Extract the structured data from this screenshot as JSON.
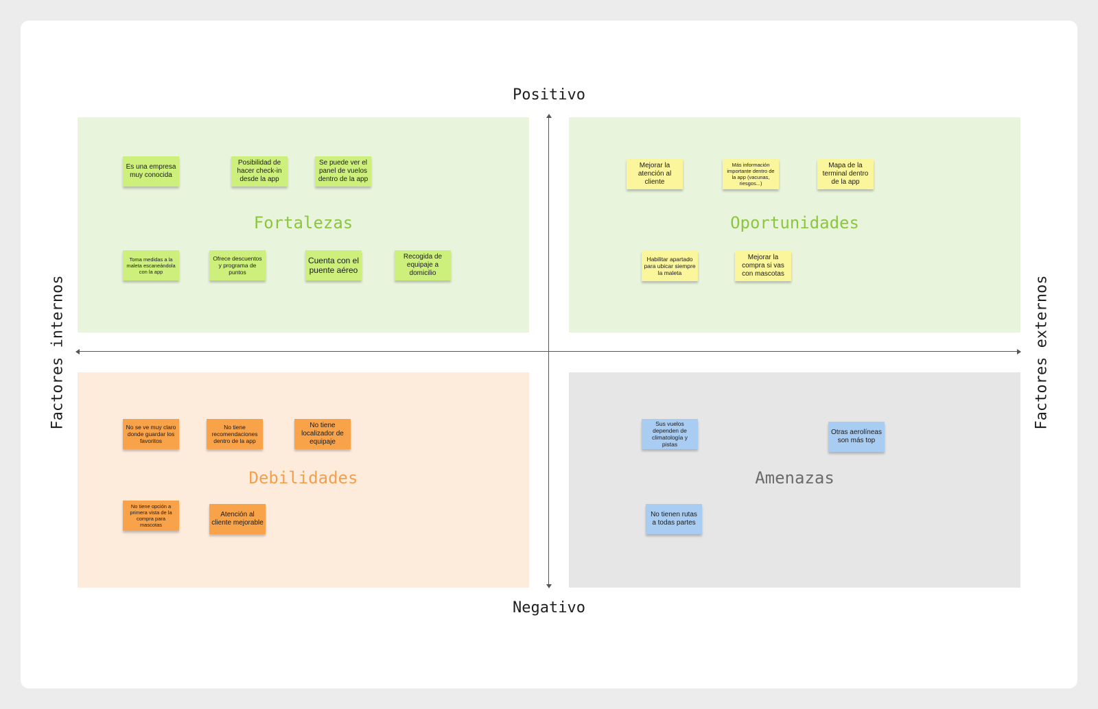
{
  "axes": {
    "top": "Positivo",
    "bottom": "Negativo",
    "left": "Factores internos",
    "right": "Factores externos"
  },
  "colors": {
    "fortalezas_bg": "#e9f4dc",
    "fortalezas_title": "#8cc63f",
    "fortalezas_note": "#cdf07d",
    "oportunidades_bg": "#e9f4dc",
    "oportunidades_title": "#8cc63f",
    "oportunidades_note": "#fbf59b",
    "debilidades_bg": "#fdebdc",
    "debilidades_title": "#f2a04e",
    "debilidades_note": "#f8a24a",
    "amenazas_bg": "#e6e6e6",
    "amenazas_title": "#6b6b6b",
    "amenazas_note": "#a9ccf2"
  },
  "quadrants": {
    "fortalezas": {
      "title": "Fortalezas",
      "notes": [
        "Es una empresa muy conocida",
        "Posibilidad de hacer check-in desde la app",
        "Se puede ver el panel de vuelos dentro de la app",
        "Toma medidas a la maleta escaneándola con la app",
        "Ofrece descuentos y programa de puntos",
        "Cuenta con el puente aéreo",
        "Recogida de equipaje a domicilio"
      ]
    },
    "oportunidades": {
      "title": "Oportunidades",
      "notes": [
        "Mejorar la atención al cliente",
        "Más información importante dentro de la app (vacunas, riesgos...)",
        "Mapa de la terminal dentro de la app",
        "Habilitar apartado para ubicar siempre la maleta",
        "Mejorar la compra si vas con mascotas"
      ]
    },
    "debilidades": {
      "title": "Debilidades",
      "notes": [
        "No se ve muy claro donde guardar los favoritos",
        "No tiene recomendaciones dentro de la app",
        "No tiene localizador de equipaje",
        "No tiene opción a primera vista de la compra para mascotas",
        "Atención al cliente mejorable"
      ]
    },
    "amenazas": {
      "title": "Amenazas",
      "notes": [
        "Sus vuelos dependen de climatología y pistas",
        "Otras aerolíneas son más top",
        "No tienen rutas a todas partes"
      ]
    }
  }
}
